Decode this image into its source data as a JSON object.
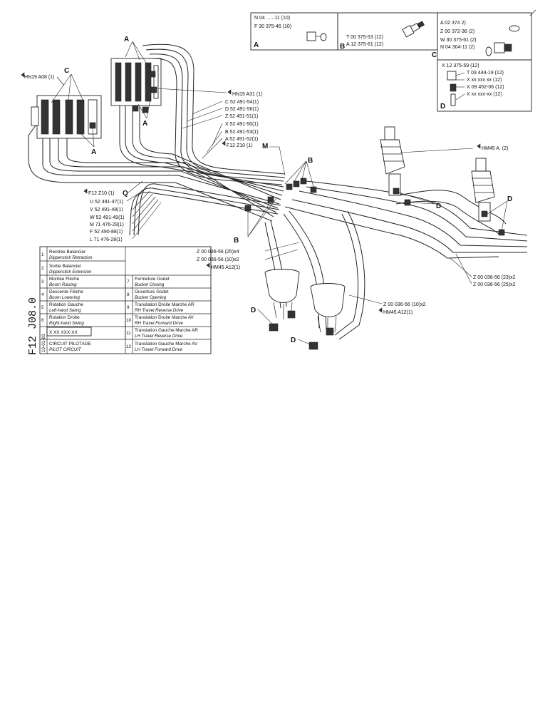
{
  "detail_boxes": {
    "A": {
      "letter": "A",
      "lines": [
        "N 04 ......11 (10)",
        "F 30 375-46 (10)"
      ]
    },
    "B": {
      "letter": "B",
      "lines": [
        "T 00 375-53 (12)",
        "A 12 375-61 (12)"
      ]
    },
    "C": {
      "letter": "C",
      "lines": [
        "A 02 374        2)",
        "Z 00 372-36 (2)",
        "W 30 375-61 (2)",
        "N 04 304-11 (2)"
      ]
    },
    "D": {
      "letter": "D",
      "lines": [
        "X 12 375-59 (12)",
        "T 03 444-19 (12)",
        "X xx xxx xx (12)",
        "X 09 452-06 (12)",
        "X xx xxx-xx (12)"
      ]
    }
  },
  "callouts": {
    "hn19": "HN19 A08 (1)",
    "hn15": "HN15 A31 (1)",
    "f12_m": "F12 Z10 (1)",
    "f12_q": "F12 Z10 (1)",
    "hm45_a": "HM45 A.  (2)",
    "hm45_a12_top": "HM45  A12(1)",
    "hm45_a12_bot": "HM45 A12(1)",
    "letter_m": "M",
    "letter_q": "Q"
  },
  "right_parts": [
    "C 52 491-54(1)",
    "D 52 491-56(1)",
    "Z 52 491-51(1)",
    "X 52 491-50(1)",
    "B 52 491-53(1)",
    "A 52 491-52(1)"
  ],
  "left_parts": [
    "U 52 491-47(1)",
    "V 52 491-48(1)",
    "W 52 491-49(1)",
    "M 71 476-29(1)",
    "F 52 490-88(1)",
    "L 71 476-28(1)"
  ],
  "z_parts": {
    "z25x4": "Z 00 036-56 (25)x4",
    "z10x2_left": "Z 00 036-56 (10)x2",
    "z23x2": "Z 00 036-56 (23)x2",
    "z25x2": "Z 00 036-56 (25)x2",
    "z10x2_bottom": "Z 00 036-56 (10)x2"
  },
  "letters": {
    "A": "A",
    "B": "B",
    "C": "C",
    "D": "D"
  },
  "legend": {
    "left": [
      {
        "num": "1",
        "fr": "Rentrée Balancier",
        "en": "Dipperstick Retraction"
      },
      {
        "num": "2",
        "fr": "Sortie Balancier",
        "en": "Dipperstick Extension"
      },
      {
        "num": "3",
        "fr": "Montée Flèche",
        "en": "Boom Raising"
      },
      {
        "num": "4",
        "fr": "Descente Flèche",
        "en": "Boom Lowering"
      },
      {
        "num": "5",
        "fr": "Rotation Gauche",
        "en": "Left-hand Swing"
      },
      {
        "num": "6",
        "fr": "Rotation Droite",
        "en": "Right-hand Swing"
      }
    ],
    "right": [
      {
        "num": "7",
        "fr": "Fermeture Godet",
        "en": "Bucket Closing"
      },
      {
        "num": "8",
        "fr": "Ouverture Godet",
        "en": "Bucket Opening"
      },
      {
        "num": "9",
        "fr": "Translation Droite Marche AR",
        "en": "RH Travel Reverse Drive"
      },
      {
        "num": "10",
        "fr": "Translation Droite Marche AV",
        "en": "RH Travel Forward Drive"
      },
      {
        "num": "11",
        "fr": "Translation Gauche Marche AR",
        "en": "LH Travel Reverse Drive"
      },
      {
        "num": "12",
        "fr": "Translation Gauche Marche AV",
        "en": "LH Travel Forward Drive"
      }
    ],
    "code": "X XX XXX-XX",
    "circuit_fr": "CIRCUIT PILOTAGE",
    "circuit_en": "PILOT CIRCUIT",
    "date": "10-01-83",
    "page_code": "F12  J08.0"
  }
}
